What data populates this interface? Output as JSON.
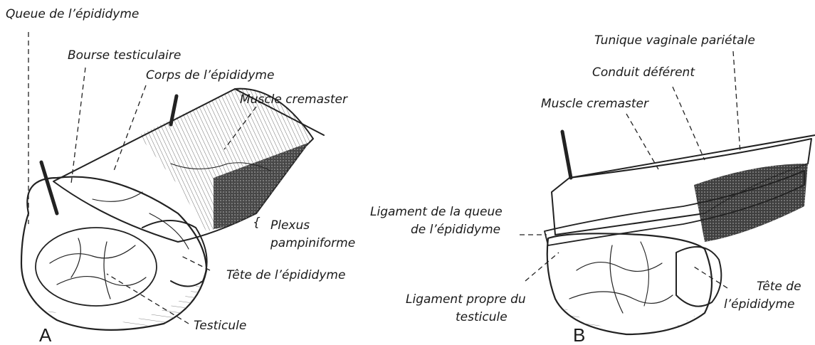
{
  "panels": [
    {
      "letter": "A",
      "labels": {
        "queue_epididyme": "Queue de l’épididyme",
        "bourse": "Bourse testiculaire",
        "corps": "Corps de l’épididyme",
        "cremaster": "Muscle cremaster",
        "plexus_line1": "Plexus",
        "plexus_line2": "pampiniforme",
        "tete": "Tête de l’épididyme",
        "testicule": "Testicule"
      }
    },
    {
      "letter": "B",
      "labels": {
        "tunique": "Tunique vaginale pariétale",
        "conduit": "Conduit déférent",
        "cremaster": "Muscle cremaster",
        "ligament_queue_line1": "Ligament de la queue",
        "ligament_queue_line2": "de l’épididyme",
        "ligament_propre_line1": "Ligament propre du",
        "ligament_propre_line2": "testicule",
        "tete_line1": "Tête de",
        "tete_line2": "l’épididyme"
      }
    }
  ]
}
